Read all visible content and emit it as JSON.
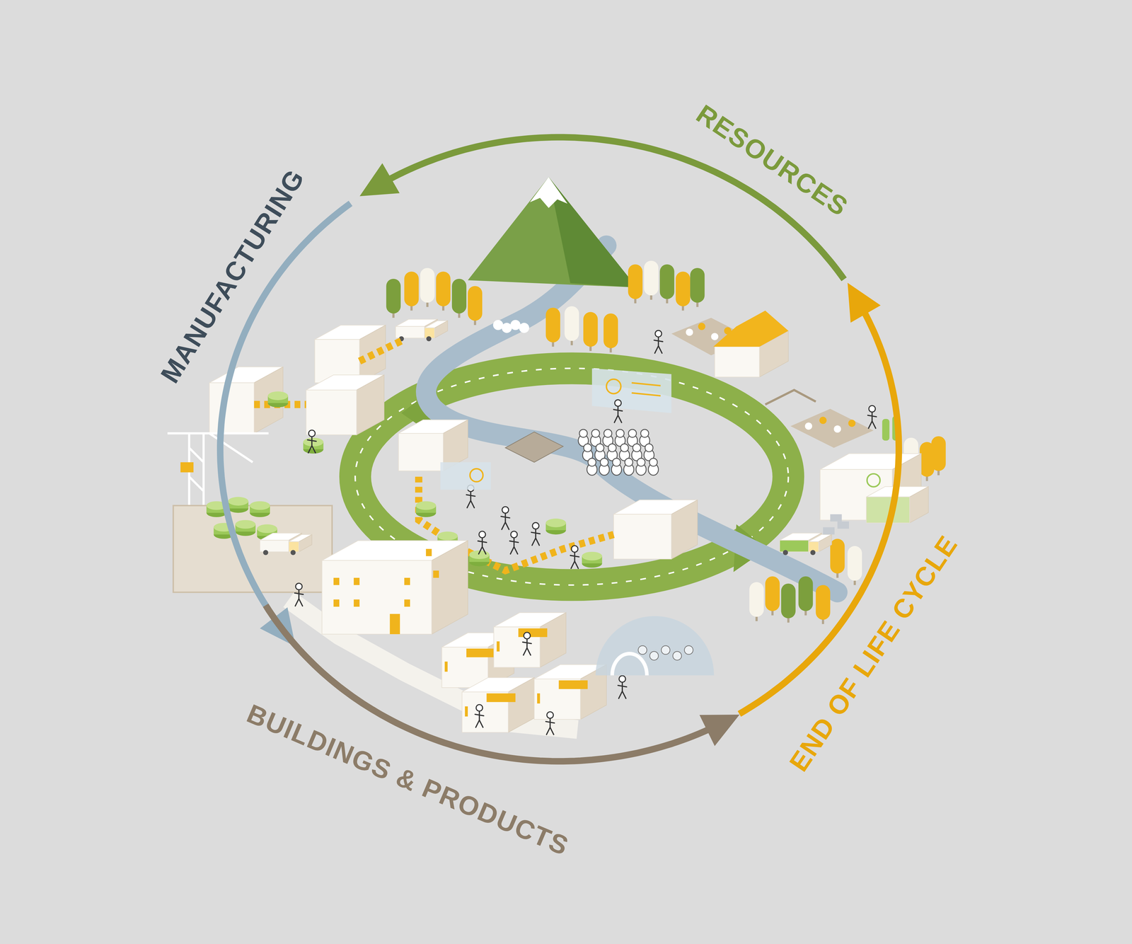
{
  "diagram": {
    "labels": [
      "RESOURCES",
      "MANUFACTURING",
      "BUILDINGS & PRODUCTS",
      "END OF LIFE CYCLE"
    ]
  }
}
